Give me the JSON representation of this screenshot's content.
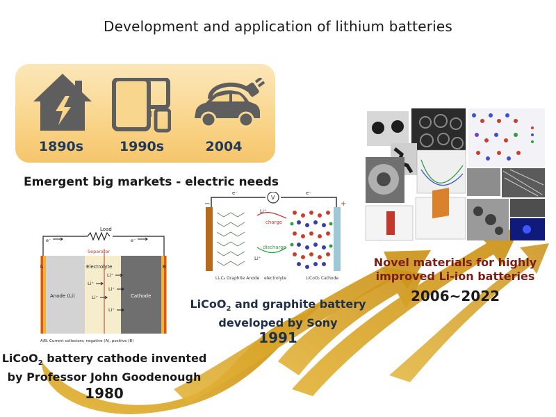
{
  "title": "Development and application of lithium batteries",
  "markets": {
    "years": [
      "1890s",
      "1990s",
      "2004"
    ],
    "caption": "Emergent big markets - electric needs",
    "icons": [
      "house-lightning-icon",
      "devices-icon",
      "electric-car-icon"
    ]
  },
  "goodenough": {
    "schematic": {
      "load": "Load",
      "separator": "Separator",
      "electrolyte": "Electrolyte",
      "anode": "Anode (Li)",
      "cathode": "Cathode",
      "ion": "Li⁺",
      "electron": "e⁻",
      "a": "A",
      "b": "B",
      "footnote": "A/B: Current collectors; negative (A), positive (B)"
    },
    "caption_line1_prefix": "LiCoO",
    "caption_line1_sub": "2",
    "caption_line1_suffix": " battery cathode invented",
    "caption_line2": "by Professor John Goodenough",
    "year": "1980"
  },
  "sony": {
    "schematic": {
      "v": "V",
      "ion": "Li⁺",
      "charge": "charge",
      "discharge": "discharge",
      "electron": "e⁻",
      "anode_label": "LiₓC₆ Graphite Anode",
      "electrolyte": "electrolyte",
      "cathode_label": "LiCoO₂ Cathode",
      "minus": "−",
      "plus": "+"
    },
    "caption_line1_prefix": "LiCoO",
    "caption_line1_sub": "2",
    "caption_line1_suffix": " and graphite battery",
    "caption_line2": "developed by Sony",
    "year": "1991"
  },
  "novel": {
    "caption_line1": "Novel materials for highly",
    "caption_line2": "improved Li-ion batteries",
    "year": "2006~2022"
  },
  "colors": {
    "panel": "#f8d48a",
    "year_text": "#1e3a5c",
    "icon_gray": "#5d5d5d",
    "arrow_gold": "#d9a520",
    "novel_text": "#7a1d12"
  }
}
